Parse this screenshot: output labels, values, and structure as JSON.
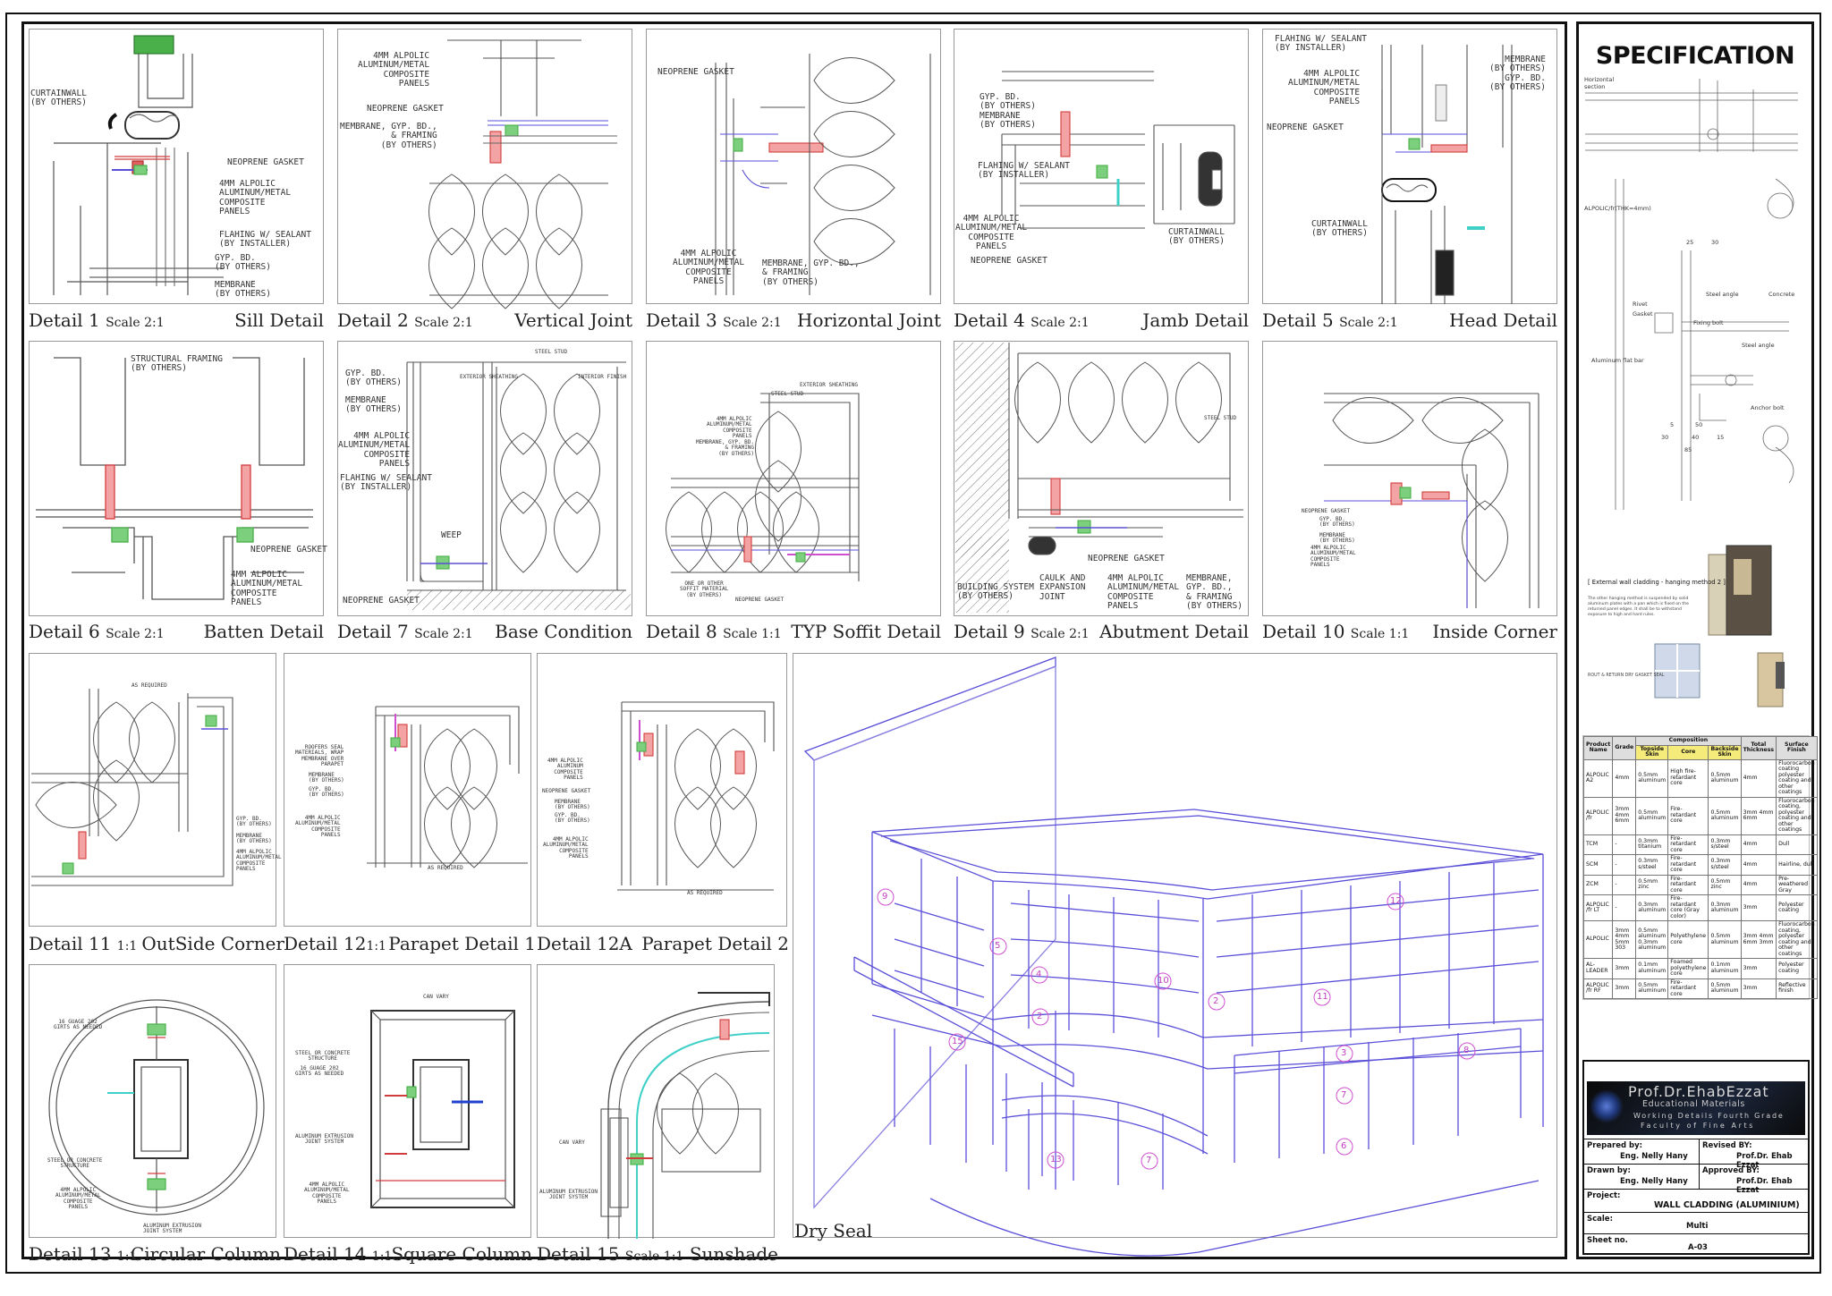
{
  "details": [
    {
      "id": "d1",
      "number": "Detail 1",
      "scale": "Scale 2:1",
      "title": "Sill Detail",
      "notes": [
        "CURTAINWALL\n(BY OTHERS)",
        "NEOPRENE GASKET",
        "4MM ALPOLIC\nALUMINUM/METAL\nCOMPOSITE\nPANELS",
        "FLAHING W/ SEALANT\n(BY INSTALLER)",
        "GYP. BD.\n(BY OTHERS)",
        "MEMBRANE\n(BY OTHERS)"
      ]
    },
    {
      "id": "d2",
      "number": "Detail 2",
      "scale": "Scale 2:1",
      "title": "Vertical Joint",
      "notes": [
        "4MM ALPOLIC\nALUMINUM/METAL\nCOMPOSITE\nPANELS",
        "NEOPRENE GASKET",
        "MEMBRANE, GYP. BD.,\n& FRAMING\n(BY OTHERS)"
      ]
    },
    {
      "id": "d3",
      "number": "Detail 3",
      "scale": "Scale 2:1",
      "title": "Horizontal Joint",
      "notes": [
        "NEOPRENE GASKET",
        "4MM ALPOLIC\nALUMINUM/METAL\nCOMPOSITE\nPANELS",
        "MEMBRANE, GYP. BD.,\n& FRAMING\n(BY OTHERS)"
      ]
    },
    {
      "id": "d4",
      "number": "Detail 4",
      "scale": "Scale 2:1",
      "title": "Jamb Detail",
      "notes": [
        "GYP. BD.\n(BY OTHERS)\nMEMBRANE\n(BY OTHERS)",
        "FLAHING W/ SEALANT\n(BY INSTALLER)",
        "4MM ALPOLIC\nALUMINUM/METAL\nCOMPOSITE\nPANELS",
        "NEOPRENE GASKET",
        "CURTAINWALL\n(BY OTHERS)"
      ]
    },
    {
      "id": "d5",
      "number": "Detail 5",
      "scale": "Scale 2:1",
      "title": "Head Detail",
      "notes": [
        "FLAHING W/ SEALANT\n(BY INSTALLER)",
        "4MM ALPOLIC\nALUMINUM/METAL\nCOMPOSITE\nPANELS",
        "NEOPRENE GASKET",
        "MEMBRANE\n(BY OTHERS)\nGYP. BD.\n(BY OTHERS)",
        "CURTAINWALL\n(BY OTHERS)"
      ]
    },
    {
      "id": "d6",
      "number": "Detail 6",
      "scale": "Scale 2:1",
      "title": "Batten Detail",
      "notes": [
        "STRUCTURAL FRAMING\n(BY OTHERS)",
        "NEOPRENE GASKET",
        "4MM ALPOLIC\nALUMINUM/METAL\nCOMPOSITE\nPANELS"
      ]
    },
    {
      "id": "d7",
      "number": "Detail 7",
      "scale": "Scale 2:1",
      "title": "Base Condition",
      "notes": [
        "GYP. BD.\n(BY OTHERS)",
        "MEMBRANE\n(BY OTHERS)",
        "4MM ALPOLIC\nALUMINUM/METAL\nCOMPOSITE\nPANELS",
        "FLAHING W/ SEALANT\n(BY INSTALLER)",
        "WEEP",
        "NEOPRENE GASKET",
        "STEEL STUD",
        "EXTERIOR SHEATHING",
        "INTERIOR FINISH"
      ]
    },
    {
      "id": "d8",
      "number": "Detail 8",
      "scale": "Scale 1:1",
      "title": "TYP Soffit Detail",
      "notes": [
        "EXTERIOR SHEATHING",
        "STEEL STUD",
        "4MM ALPOLIC\nALUMINUM/METAL\nCOMPOSITE\nPANELS",
        "MEMBRANE, GYP. BD.\n& FRAMING\n(BY OTHERS)",
        "ONE OR OTHER\nSOFFIT MATERIAL\n(BY OTHERS)",
        "NEOPRENE GASKET"
      ]
    },
    {
      "id": "d9",
      "number": "Detail 9",
      "scale": "Scale 2:1",
      "title": "Abutment Detail",
      "notes": [
        "NEOPRENE GASKET",
        "BUILDING SYSTEM\n(BY OTHERS)",
        "CAULK AND\nEXPANSION\nJOINT",
        "4MM ALPOLIC\nALUMINUM/METAL\nCOMPOSITE\nPANELS",
        "MEMBRANE,\nGYP. BD.,\n& FRAMING\n(BY OTHERS)",
        "STEEL STUD"
      ]
    },
    {
      "id": "d10",
      "number": "Detail 10",
      "scale": "Scale 1:1",
      "title": "Inside Corner",
      "notes": [
        "NEOPRENE GASKET",
        "GYP. BD.\n(BY OTHERS)",
        "MEMBRANE\n(BY OTHERS)",
        "4MM ALPOLIC\nALUMINUM/METAL\nCOMPOSITE\nPANELS"
      ]
    },
    {
      "id": "d11",
      "number": "Detail 11",
      "scale": "1:1",
      "title": "OutSide Corner",
      "notes": [
        "AS REQUIRED",
        "GYP. BD.\n(BY OTHERS)",
        "MEMBRANE\n(BY OTHERS)",
        "4MM ALPOLIC\nALUMINUM/METAL\nCOMPOSITE\nPANELS"
      ]
    },
    {
      "id": "d12",
      "number": "Detail 12",
      "scale": "1:1",
      "title": "Parapet Detail 1",
      "notes": [
        "ROOFERS SEAL\nMATERIALS, WRAP\nMEMBRANE OVER\nPARAPET",
        "MEMBRANE\n(BY OTHERS)",
        "GYP. BD.\n(BY OTHERS)",
        "4MM ALPOLIC\nALUMINUM/METAL\nCOMPOSITE\nPANELS",
        "AS REQUIRED"
      ]
    },
    {
      "id": "d12a",
      "number": "Detail 12A",
      "scale": "",
      "title": "Parapet Detail 2",
      "notes": [
        "4MM ALPOLIC\nALUMINUM\nCOMPOSITE\nPANELS",
        "NEOPRENE GASKET",
        "MEMBRANE\n(BY OTHERS)",
        "GYP. BD.\n(BY OTHERS)",
        "4MM ALPOLIC\nALUMINUM/METAL\nCOMPOSITE\nPANELS",
        "AS REQUIRED"
      ]
    },
    {
      "id": "d13",
      "number": "Detail 13",
      "scale": "1:1",
      "title": "Circular Column",
      "notes": [
        "16 GUAGE 202\nGIRTS AS NEEDED",
        "STEEL OR CONCRETE\nSTRUCTURE",
        "4MM ALPOLIC\nALUMINUM/METAL\nCOMPOSITE\nPANELS",
        "ALUMINUM EXTRUSION\nJOINT SYSTEM"
      ]
    },
    {
      "id": "d14",
      "number": "Detail 14",
      "scale": "1:1",
      "title": "Square Column",
      "notes": [
        "CAN VARY",
        "STEEL OR CONCRETE\nSTRUCTURE",
        "16 GUAGE 202\nGIRTS AS NEEDED",
        "ALUMINUM EXTRUSION\nJOINT SYSTEM",
        "4MM ALPOLIC\nALUMINUM/METAL\nCOMPOSITE\nPANELS"
      ]
    },
    {
      "id": "d15",
      "number": "Detail 15",
      "scale": "Scale 1:1",
      "title": "Sunshade",
      "notes": [
        "CAN VARY",
        "ALUMINUM EXTRUSION\nJOINT SYSTEM"
      ]
    }
  ],
  "iso": {
    "title": "Dry Seal",
    "callouts": [
      "9",
      "5",
      "4",
      "2",
      "10",
      "2",
      "12",
      "11",
      "3",
      "15",
      "7",
      "8",
      "6",
      "7",
      "13"
    ]
  },
  "spec": {
    "title": "SPECIFICATION",
    "section_labels": [
      "Horizontal\nsection",
      "ALPOLIC/fr(THK=4mm)",
      "Steel angle",
      "Concrete",
      "Rivet",
      "Gasket",
      "Fixing bolt",
      "Steel angle",
      "Aluminum flat bar",
      "Anchor bolt"
    ],
    "dims": [
      "25",
      "30",
      "5",
      "50",
      "30",
      "40",
      "15",
      "85"
    ],
    "hanging_caption": "[ External wall cladding - hanging method 2 ]",
    "hanging_note": "The other hanging method is suspended by solid aluminum plates with a pan which is fixed on the returned panel edges. It shall be to withstand exposure to high and hard rules.",
    "seal_note": "ROUT & RETURN DRY GASKET SEAL",
    "table": {
      "headers": [
        "Product Name",
        "Grade",
        "Topside Skin",
        "Core",
        "Backside Skin",
        "Total Thickness",
        "Surface Finish"
      ],
      "composition": "Composition",
      "rows": [
        [
          "ALPOLIC A2",
          "4mm",
          "0.5mm aluminum",
          "High fire-retardant core",
          "0.5mm aluminum",
          "4mm",
          "Fluorocarbon coating polyester coating and other coatings"
        ],
        [
          "ALPOLIC /fr",
          "3mm 4mm 6mm",
          "0.5mm aluminum",
          "Fire-retardant core",
          "0.5mm aluminum",
          "3mm 4mm 6mm",
          "Fluorocarbon coating, polyester coating and other coatings"
        ],
        [
          "TCM",
          "-",
          "0.3mm titanium",
          "Fire-retardant core",
          "0.3mm s/steel",
          "4mm",
          "Dull"
        ],
        [
          "SCM",
          "-",
          "0.3mm s/steel",
          "Fire-retardant core",
          "0.3mm s/steel",
          "4mm",
          "Hairline, dull"
        ],
        [
          "ZCM",
          "-",
          "0.5mm zinc",
          "Fire-retardant core",
          "0.5mm zinc",
          "4mm",
          "Pre-weathered Gray"
        ],
        [
          "ALPOLIC /fr LT",
          "-",
          "0.3mm aluminum",
          "Fire-retardant core (Gray color)",
          "0.3mm aluminum",
          "3mm",
          "Polyester coating"
        ],
        [
          "ALPOLIC",
          "3mm 4mm 5mm 303",
          "0.5mm aluminum 0.3mm aluminum",
          "Polyethylene core",
          "0.5mm aluminum",
          "3mm 4mm 6mm 3mm",
          "Fluorocarbon coating, polyester coating and other coatings"
        ],
        [
          "AL-LEADER",
          "3mm",
          "0.1mm aluminum",
          "Foamed polyethylene core",
          "0.1mm aluminum",
          "3mm",
          "Polyester coating"
        ],
        [
          "ALPOLIC /fr RF",
          "3mm",
          "0.5mm aluminum",
          "Fire-retardant core",
          "0.5mm aluminum",
          "3mm",
          "Reflective finish"
        ]
      ]
    }
  },
  "titleblock": {
    "logo_line1": "Prof.Dr.EhabEzzat",
    "logo_line2": "Educational Materials",
    "logo_line3": "Working Details Fourth Grade",
    "logo_line4": "Faculty of Fine Arts",
    "prepared_label": "Prepared by:",
    "prepared_value": "Eng. Nelly Hany",
    "revised_label": "Revised BY:",
    "revised_value": "Prof.Dr. Ehab Ezzat",
    "drawn_label": "Drawn by:",
    "drawn_value": "Eng. Nelly Hany",
    "approved_label": "Approved BY:",
    "approved_value": "Prof.Dr. Ehab Ezzat",
    "project_label": "Project:",
    "project_value": "WALL CLADDING (ALUMINIUM)",
    "scale_label": "Scale:",
    "scale_value": "Multi",
    "sheet_label": "Sheet no.",
    "sheet_value": "A-03"
  },
  "colors": {
    "line": "#555555",
    "blue": "#5a4fd8",
    "red": "#d23c3c",
    "green": "#49b04a",
    "magenta": "#d04fd0",
    "pink": "#e0a0e0"
  }
}
